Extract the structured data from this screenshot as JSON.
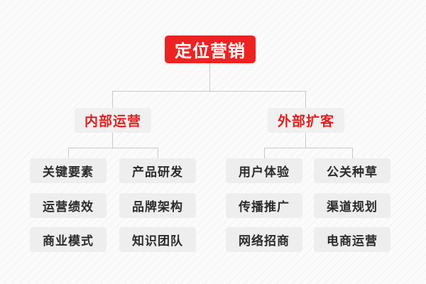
{
  "diagram": {
    "title": "定位营销",
    "root": {
      "label": "定位营销",
      "color": "#ee2222",
      "text_color": "#ffffff"
    },
    "branches": [
      {
        "label": "内部运营",
        "color": "#f0f0f0",
        "text_color": "#e02020",
        "columns": [
          {
            "items": [
              "关键要素",
              "运营绩效",
              "商业模式"
            ]
          },
          {
            "items": [
              "产品研发",
              "品牌架构",
              "知识团队"
            ]
          }
        ]
      },
      {
        "label": "外部扩客",
        "color": "#f0f0f0",
        "text_color": "#e02020",
        "columns": [
          {
            "items": [
              "用户体验",
              "传播推广",
              "网络招商"
            ]
          },
          {
            "items": [
              "公关种草",
              "渠道规划",
              "电商运营"
            ]
          }
        ]
      }
    ],
    "connector_color": "#c9c9c9",
    "leaf_color": "#eeeeee",
    "leaf_text_color": "#2b2b2b",
    "background_color": "#fbfbfb"
  }
}
